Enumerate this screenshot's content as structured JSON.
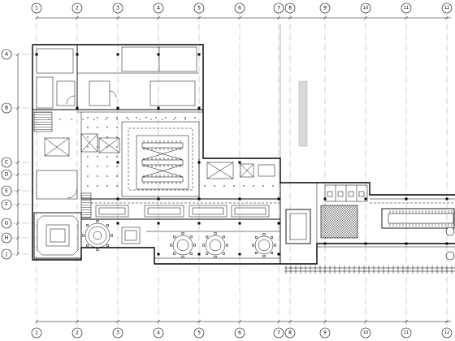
{
  "drawing": {
    "grid_axes_top": [
      "1",
      "2",
      "3",
      "4",
      "5",
      "6",
      "7",
      "8",
      "9",
      "10",
      "11",
      "12"
    ],
    "grid_axes_bottom": [
      "1",
      "2",
      "3",
      "4",
      "5",
      "6",
      "7",
      "8",
      "9",
      "10",
      "11",
      "12"
    ],
    "grid_axes_left": [
      "A",
      "B",
      "C",
      "D",
      "E",
      "F",
      "G",
      "H",
      "J"
    ]
  },
  "colors": {
    "background": "#ffffff",
    "line": "#000000",
    "grid": "#8a8a8a",
    "shade": "#d9d9d9"
  }
}
